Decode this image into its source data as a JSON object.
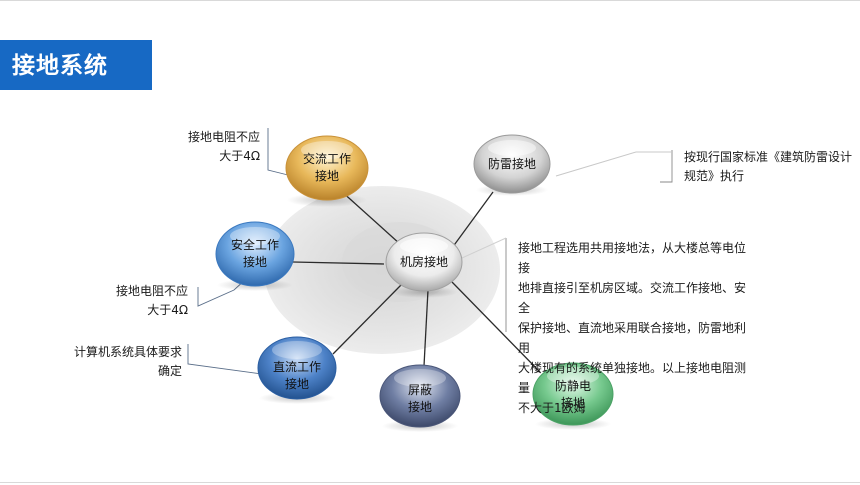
{
  "title": "接地系统",
  "nodes": {
    "center": {
      "label": "机房接地"
    },
    "ac": {
      "label_line1": "交流工作",
      "label_line2": "接地"
    },
    "lightning": {
      "label": "防雷接地"
    },
    "safety": {
      "label_line1": "安全工作",
      "label_line2": "接地"
    },
    "dc": {
      "label_line1": "直流工作",
      "label_line2": "接地"
    },
    "shield": {
      "label_line1": "屏蔽",
      "label_line2": "接地"
    },
    "antistatic": {
      "label_line1": "防静电",
      "label_line2": "接地"
    }
  },
  "annotations": {
    "ac_note": {
      "line1": "接地电阻不应",
      "line2": "大于4Ω"
    },
    "safety_note": {
      "line1": "接地电阻不应",
      "line2": "大于4Ω"
    },
    "dc_note": {
      "line1": "计算机系统具体要求",
      "line2": "确定"
    },
    "lightning_note": {
      "line1": "按现行国家标准《建筑防雷设计",
      "line2": "规范》执行"
    },
    "center_note": {
      "line1": "接地工程选用共用接地法，从大楼总等电位接",
      "line2": "地排直接引至机房区域。交流工作接地、安全",
      "line3": "保护接地、直流地采用联合接地，防雷地利用",
      "line4": "大楼现有的系统单独接地。以上接地电阻测量",
      "line5": "不大于1欧姆"
    }
  },
  "colors": {
    "title_bg": "#1769c4",
    "ac": "#e8b85a",
    "lightning": "#d6d6d6",
    "safety": "#6aa4e0",
    "dc": "#4d82c8",
    "shield": "#6f7ea3",
    "antistatic": "#76c98e",
    "center": "#e9e9e9"
  }
}
